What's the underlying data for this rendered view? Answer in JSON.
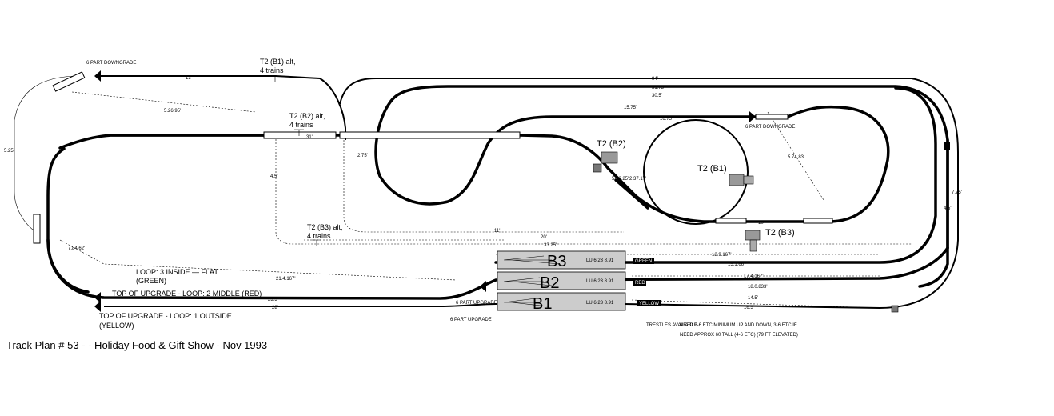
{
  "title": "Track Plan # 53  - - Holiday Food & Gift Show - Nov 1993",
  "trains": {
    "b1_alt": "T2 (B1) alt,",
    "b1_alt_count": "4 trains",
    "b2_alt": "T2 (B2) alt,",
    "b2_alt_count": "4 trains",
    "b3_alt": "T2 (B3) alt,",
    "b3_alt_count": "4 trains",
    "b2": "T2 (B2)",
    "b1": "T2 (B1)",
    "b3": "T2 (B3)"
  },
  "loops": {
    "inside": "LOOP: 3 INSIDE — FLAT",
    "inside_color": "(GREEN)",
    "middle": "TOP OF UPGRADE - LOOP: 2 MIDDLE (RED)",
    "outside": "TOP OF UPGRADE - LOOP: 1 OUTSIDE",
    "outside_color": "(YELLOW)"
  },
  "yards": [
    {
      "name": "B3",
      "tag": "GREEN",
      "info": "LU 6.23 8.91"
    },
    {
      "name": "B2",
      "tag": "RED",
      "info": "LU 6.23 8.91"
    },
    {
      "name": "B1",
      "tag": "YELLOW",
      "info": "LU 6.23 8.91"
    }
  ],
  "grades": {
    "downgrade_left": "6 PART DOWNGRADE",
    "downgrade_right": "6 PART DOWNGRADE",
    "upgrade_left": "6 PART UPGRADE",
    "upgrade_right": "6 PART UPGRADE"
  },
  "trestles": {
    "heading": "TRESTLES AVAILABLE",
    "line1": "NEED 2-6 ETC MINIMUM UP AND DOWN, 3-6 ETC IF",
    "line2": "NEED APPROX 60 TALL (4-6 ETC) (79 FT ELEVATED)"
  },
  "dimensions": {
    "top_left": "13'",
    "top_right": "94'",
    "top_inner_1": "31.75'",
    "top_inner_2": "30.5'",
    "inner_mid": "15.75'",
    "inner_right": "16.75'",
    "left_diag": "5.26.95'",
    "center_mark": "31'",
    "left_vertical": "5.25'",
    "mid_vertical": "4.5'",
    "mid_vertical_2": "2.75'",
    "b2_mid": "5.26.25'",
    "b2_mid_2": "2.37.17'",
    "right_diag": "5.74.83'",
    "right_v1": "7.75'",
    "right_v2": "4.5'",
    "left_ramp": "7.84.62'",
    "lower_11": "11'",
    "lower_20": "20'",
    "lower_33": "33.25'",
    "lower_10": "10'",
    "green_a": "12.9.167'",
    "green_b": "15.1.667'",
    "green_c": "21.4.167'",
    "red_a": "17.4.167'",
    "red_b": "18.0.833'",
    "yellow_a": "23.5'",
    "yellow_b": "28'",
    "yellow_c": "14.5'",
    "yellow_d": "16.5'"
  }
}
